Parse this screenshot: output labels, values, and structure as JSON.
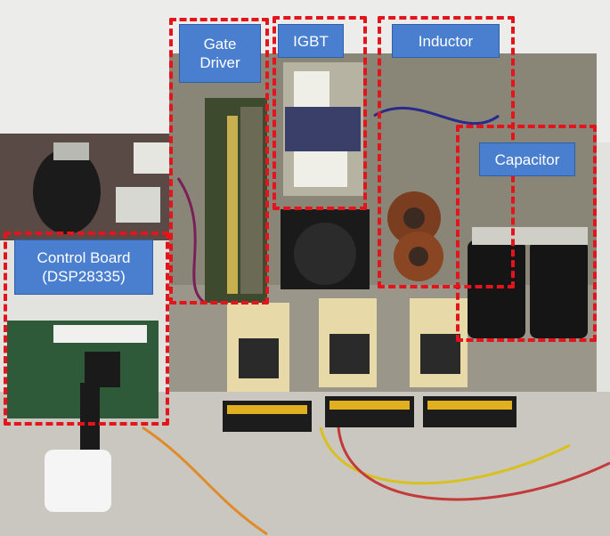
{
  "labels": {
    "gate_driver": "Gate\nDriver",
    "igbt": "IGBT",
    "inductor": "Inductor",
    "capacitor": "Capacitor",
    "control_board": "Control Board\n(DSP28335)"
  },
  "colors": {
    "label_fill": "#4a7fd0",
    "dash_red": "#e3141b"
  },
  "icons": [
    "photo-scene"
  ]
}
